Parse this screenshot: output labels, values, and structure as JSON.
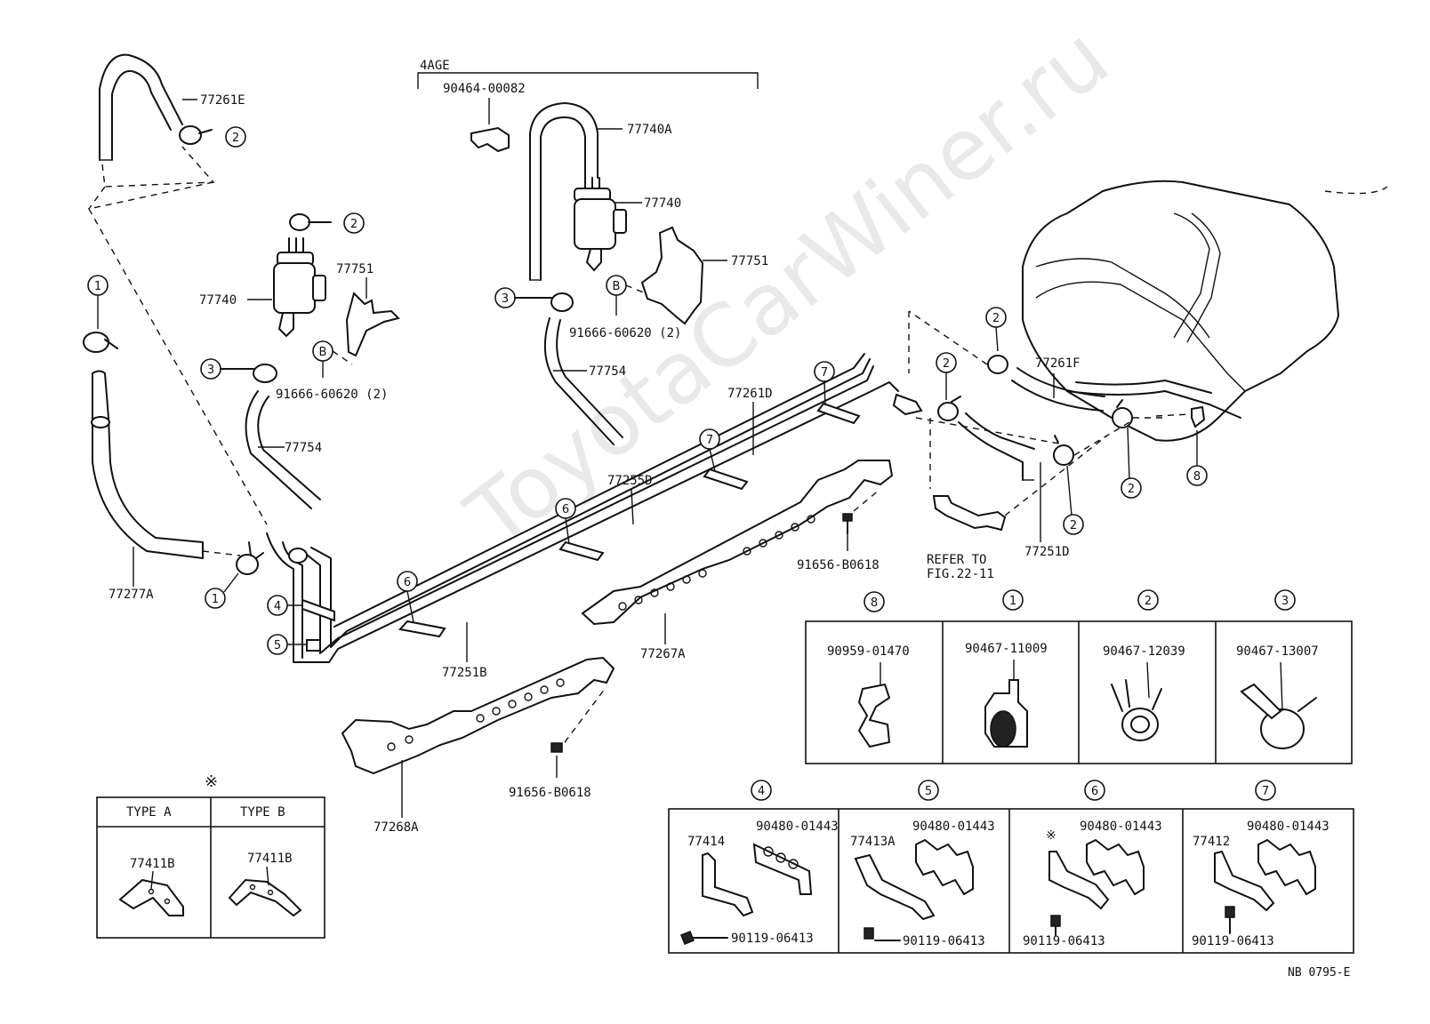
{
  "watermark": "ToyotaCarWiner.ru",
  "drawing_code": "NB 0795-E",
  "engine_group": "4AGE",
  "asterisk": "※",
  "part_labels": {
    "p77261E": "77261E",
    "p77740_left": "77740",
    "p77751_left": "77751",
    "p91666_left": "91666-60620 (2)",
    "p77754_left": "77754",
    "p77277A": "77277A",
    "p90464": "90464-00082",
    "p77740A": "77740A",
    "p77740_right": "77740",
    "p77751_right": "77751",
    "p91666_right": "91666-60620 (2)",
    "p77754_right": "77754",
    "p77261D_top": "77261D",
    "p77255D": "77255D",
    "p77251B": "77251B",
    "p77267A": "77267A",
    "p77268A": "77268A",
    "p91656_a": "91656-B0618",
    "p91656_b": "91656-B0618",
    "p77261F": "77261F",
    "p77251D": "77251D",
    "refer_line1": "REFER TO",
    "refer_line2": "FIG.22-11"
  },
  "callouts": {
    "c1": "1",
    "c2": "2",
    "c3": "3",
    "c4": "4",
    "c5": "5",
    "c6": "6",
    "c7": "7",
    "c8": "8",
    "cB": "B"
  },
  "clamp_table": {
    "headers": [
      "8",
      "1",
      "2",
      "3"
    ],
    "parts": [
      "90959-01470",
      "90467-11009",
      "90467-12039",
      "90467-13007"
    ]
  },
  "clip_table": {
    "headers": [
      "4",
      "5",
      "6",
      "7"
    ],
    "brackets": [
      "77414",
      "77413A",
      "※",
      "77412"
    ],
    "clamps": [
      "90480-01443",
      "90480-01443",
      "90480-01443",
      "90480-01443"
    ],
    "bolts": [
      "90119-06413",
      "90119-06413",
      "90119-06413",
      "90119-06413"
    ]
  },
  "type_table": {
    "headers": [
      "TYPE A",
      "TYPE B"
    ],
    "parts": [
      "77411B",
      "77411B"
    ]
  }
}
